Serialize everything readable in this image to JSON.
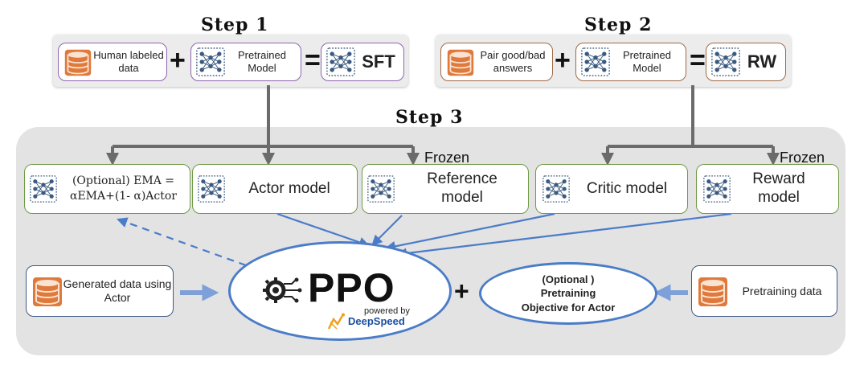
{
  "steps": {
    "step1": "Step 1",
    "step2": "Step 2",
    "step3": "Step 3"
  },
  "step1_row": {
    "human_data": "Human labeled data",
    "pretrained": "Pretrained Model",
    "result": "SFT"
  },
  "step2_row": {
    "pair_data": "Pair good/bad answers",
    "pretrained": "Pretrained Model",
    "result": "RW"
  },
  "symbols": {
    "plus": "+",
    "equals": "="
  },
  "step3": {
    "frozen_left": "Frozen",
    "frozen_right": "Frozen",
    "ema_line1": "(Optional) EMA =",
    "ema_line2": "αEMA+(1- α)Actor",
    "actor": "Actor model",
    "reference": "Reference model",
    "critic": "Critic model",
    "reward": "Reward model",
    "generated": "Generated data using Actor",
    "ppo": "PPO",
    "powered_by": "powered by",
    "deepspeed": "DeepSpeed",
    "optional_pretrain_1": "(Optional )",
    "optional_pretrain_2": "Pretraining",
    "optional_pretrain_3": "Objective for Actor",
    "pretraining_data": "Pretraining data"
  },
  "colors": {
    "purple_border": "#8e63b0",
    "brown_border": "#a06a45",
    "green_border": "#6f9a45",
    "navy_border": "#3e5a86",
    "arrow_gray": "#6b6b6b",
    "arrow_blue": "#4a7cc8",
    "db_orange": "#e07a3c",
    "net_blue": "#3a5a80"
  },
  "icons": [
    "database-icon",
    "neural-network-icon",
    "ppo-gear-icon",
    "deepspeed-logo"
  ]
}
